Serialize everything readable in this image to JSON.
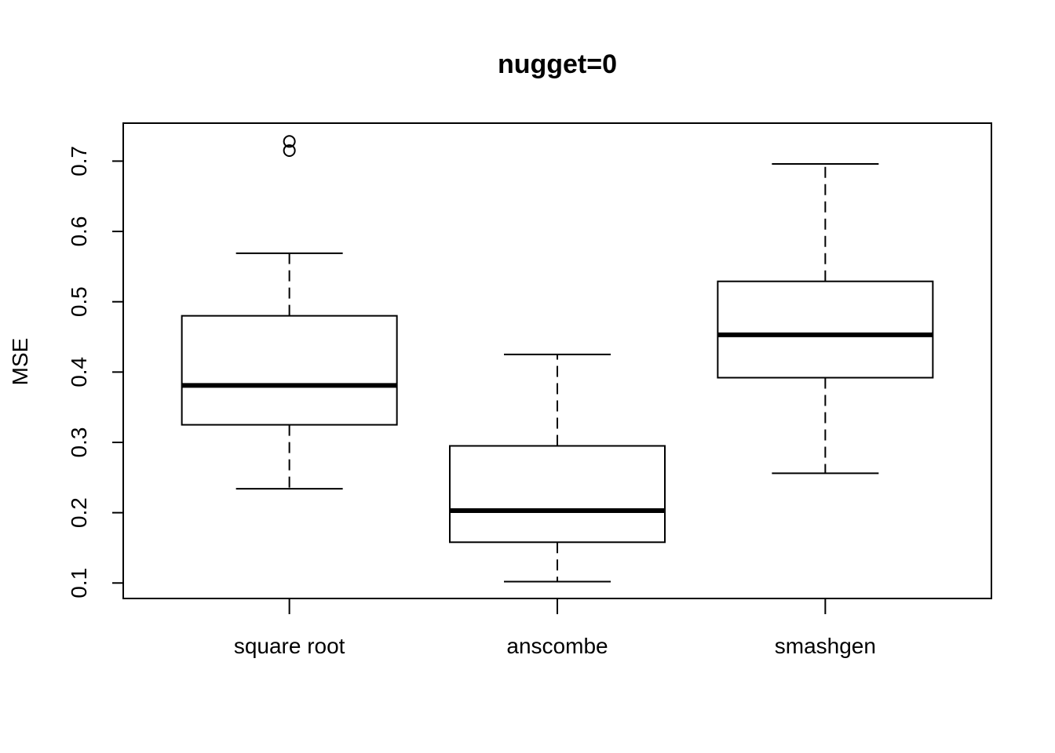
{
  "chart_data": {
    "type": "boxplot",
    "title": "nugget=0",
    "xlabel": "",
    "ylabel": "MSE",
    "ylim": [
      0.078,
      0.754
    ],
    "yticks": [
      0.1,
      0.2,
      0.3,
      0.4,
      0.5,
      0.6,
      0.7
    ],
    "ytick_labels": [
      "0.1",
      "0.2",
      "0.3",
      "0.4",
      "0.5",
      "0.6",
      "0.7"
    ],
    "grid": false,
    "categories": [
      "square root",
      "anscombe",
      "smashgen"
    ],
    "boxes": [
      {
        "category": "square root",
        "whisker_low": 0.234,
        "q1": 0.325,
        "median": 0.381,
        "q3": 0.48,
        "whisker_high": 0.569,
        "outliers": [
          0.715,
          0.728
        ]
      },
      {
        "category": "anscombe",
        "whisker_low": 0.102,
        "q1": 0.158,
        "median": 0.203,
        "q3": 0.295,
        "whisker_high": 0.425,
        "outliers": []
      },
      {
        "category": "smashgen",
        "whisker_low": 0.256,
        "q1": 0.392,
        "median": 0.453,
        "q3": 0.529,
        "whisker_high": 0.696,
        "outliers": []
      }
    ]
  }
}
